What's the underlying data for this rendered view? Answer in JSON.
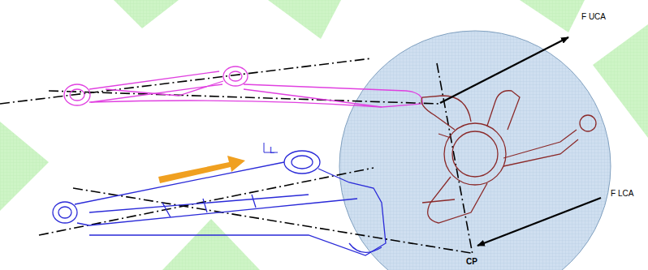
{
  "diagram": {
    "labels": [
      "F UCA",
      "F LCA",
      "CP",
      "L"
    ]
  }
}
